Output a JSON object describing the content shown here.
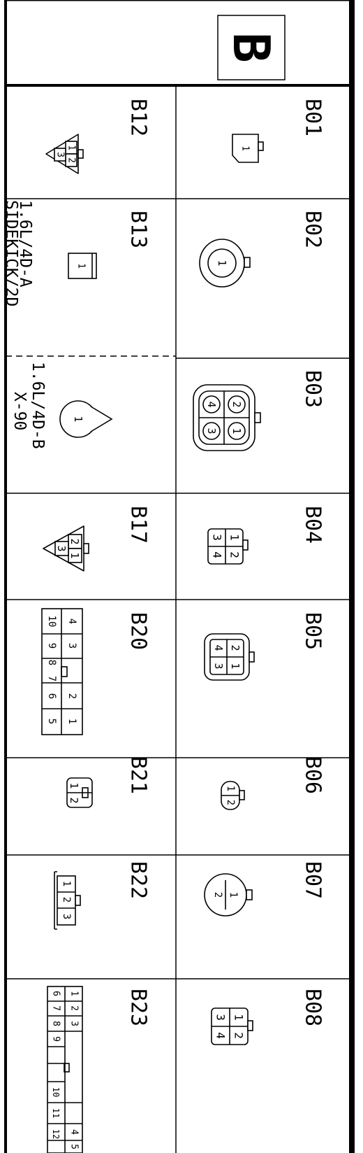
{
  "header": {
    "letter": "B"
  },
  "connectors": [
    {
      "id": "B01",
      "pins": [
        "1"
      ]
    },
    {
      "id": "B02",
      "pins": [
        "1"
      ]
    },
    {
      "id": "B03",
      "pins": [
        "1",
        "2",
        "3",
        "4"
      ]
    },
    {
      "id": "B04",
      "pins": [
        "1",
        "2",
        "3",
        "4"
      ]
    },
    {
      "id": "B05",
      "pins": [
        "1",
        "2",
        "3",
        "4"
      ]
    },
    {
      "id": "B06",
      "pins": [
        "1",
        "2"
      ]
    },
    {
      "id": "B07",
      "pins": [
        "1",
        "2"
      ]
    },
    {
      "id": "B08",
      "pins": [
        "1",
        "2",
        "3",
        "4"
      ]
    },
    {
      "id": "B12",
      "pins": [
        "1",
        "2",
        "3"
      ]
    },
    {
      "id": "B13",
      "pins": [
        "1"
      ]
    },
    {
      "id": "B17",
      "pins": [
        "1",
        "2",
        "3"
      ]
    },
    {
      "id": "B20",
      "pins": [
        "1",
        "2",
        "3",
        "4",
        "5",
        "6",
        "7",
        "8",
        "9",
        "10"
      ]
    },
    {
      "id": "B21",
      "pins": [
        "1",
        "2"
      ]
    },
    {
      "id": "B22",
      "pins": [
        "1",
        "2",
        "3"
      ]
    },
    {
      "id": "B23",
      "pins": [
        "1",
        "2",
        "3",
        "4",
        "5",
        "6",
        "7",
        "8",
        "9",
        "10",
        "11",
        "12"
      ]
    }
  ],
  "notes": {
    "b13_variant_a": "1.6L/4D-A",
    "b13_variant_a_2": "SIDEKICK/2D",
    "b13_variant_b": "1.6L/4D-B",
    "b13_variant_b_2": "X-90"
  }
}
